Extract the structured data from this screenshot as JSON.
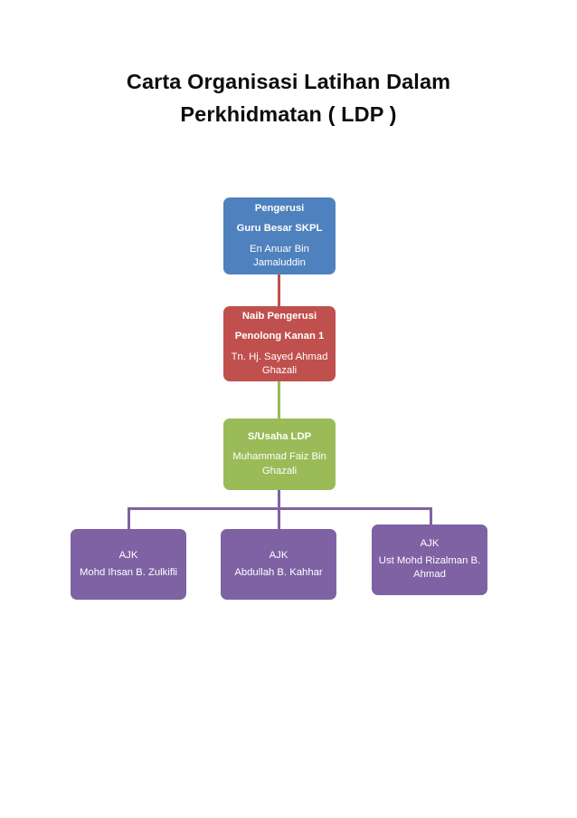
{
  "title": {
    "line1": "Carta Organisasi Latihan Dalam",
    "line2": "Perkhidmatan ( LDP )"
  },
  "colors": {
    "pengerusi": "#4E81BD",
    "naib_pengerusi": "#C0504D",
    "susaha": "#9BBB59",
    "ajk": "#7E62A3",
    "background": "#FFFFFF",
    "node_text": "#FFFFFF",
    "title_text": "#0D0D0D"
  },
  "nodes": {
    "pengerusi": {
      "role_line1": "Pengerusi",
      "role_line2": "Guru Besar SKPL",
      "person": "En Anuar Bin Jamaluddin"
    },
    "naib_pengerusi": {
      "role_line1": "Naib Pengerusi",
      "role_line2": "Penolong Kanan 1",
      "person": "Tn. Hj. Sayed Ahmad Ghazali"
    },
    "susaha": {
      "role_line1": "S/Usaha LDP",
      "person": "Muhammad Faiz Bin Ghazali"
    },
    "ajk": [
      {
        "role_line1": "AJK",
        "person": "Mohd Ihsan B. Zulkifli"
      },
      {
        "role_line1": "AJK",
        "person": "Abdullah B. Kahhar"
      },
      {
        "role_line1": "AJK",
        "person": "Ust Mohd Rizalman B. Ahmad"
      }
    ]
  }
}
